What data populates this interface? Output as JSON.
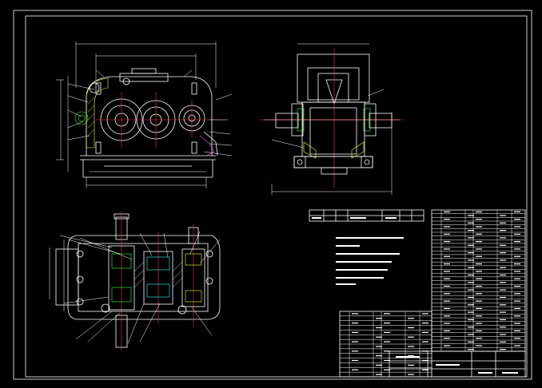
{
  "drawing": {
    "title": "",
    "background": "#000000",
    "line_color": "#ffffff",
    "accent_colors": [
      "#ffff33",
      "#ff3333",
      "#33ff33",
      "#33ffff",
      "#ff44ff"
    ]
  },
  "views": [
    {
      "name": "front-view"
    },
    {
      "name": "side-view"
    },
    {
      "name": "top-view"
    }
  ],
  "tech_requirements": {
    "lines": [
      "",
      "",
      "",
      "",
      "",
      "",
      ""
    ]
  },
  "tables": {
    "spec_table": {
      "rows": 2,
      "cols": 7
    },
    "parts_list_right": {
      "rows": 38,
      "cols": 6
    },
    "parts_list_left": {
      "rows": 14,
      "cols": 6
    },
    "title_block": {}
  }
}
